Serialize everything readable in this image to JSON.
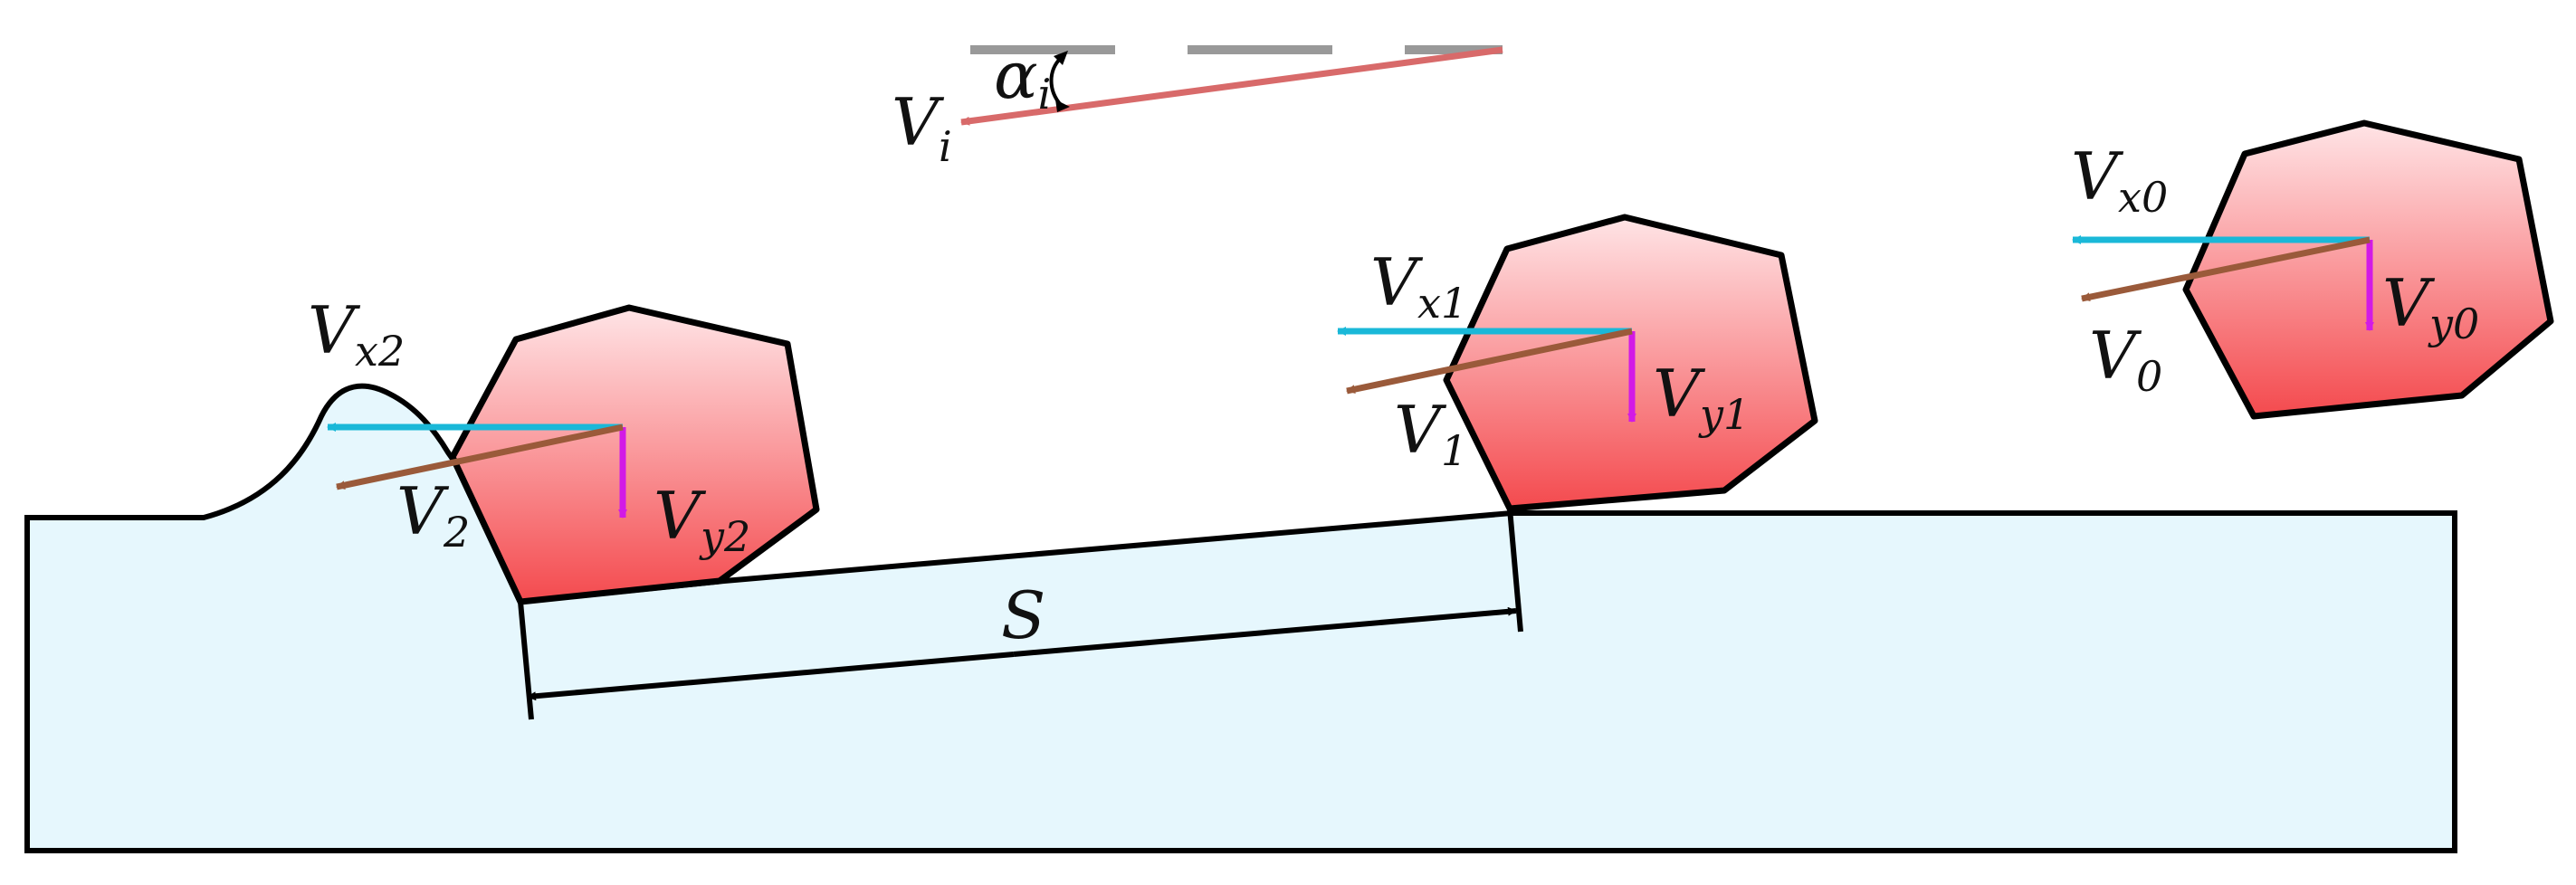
{
  "labels": {
    "incident": {
      "main": "V",
      "sub": "i"
    },
    "angle": {
      "main": "α",
      "sub": "i"
    },
    "particle0": {
      "vx": {
        "main": "V",
        "sub": "x0"
      },
      "vy": {
        "main": "V",
        "sub": "y0"
      },
      "v": {
        "main": "V",
        "sub": "0"
      }
    },
    "particle1": {
      "vx": {
        "main": "V",
        "sub": "x1"
      },
      "vy": {
        "main": "V",
        "sub": "y1"
      },
      "v": {
        "main": "V",
        "sub": "1"
      }
    },
    "particle2": {
      "vx": {
        "main": "V",
        "sub": "x2"
      },
      "vy": {
        "main": "V",
        "sub": "y2"
      },
      "v": {
        "main": "V",
        "sub": "2"
      }
    },
    "distance": "S"
  },
  "colors": {
    "surface_fill": "#e6f7fd",
    "particle_fill_top": "#ffe4e6",
    "particle_fill_bottom": "#f44a4e",
    "vx_arrow": "#1ab8d8",
    "vy_arrow": "#d21ae6",
    "v_arrow": "#9a5a3a",
    "incident_arrow": "#d86a6a",
    "dashed_reference": "#999999",
    "outline": "#000000"
  }
}
